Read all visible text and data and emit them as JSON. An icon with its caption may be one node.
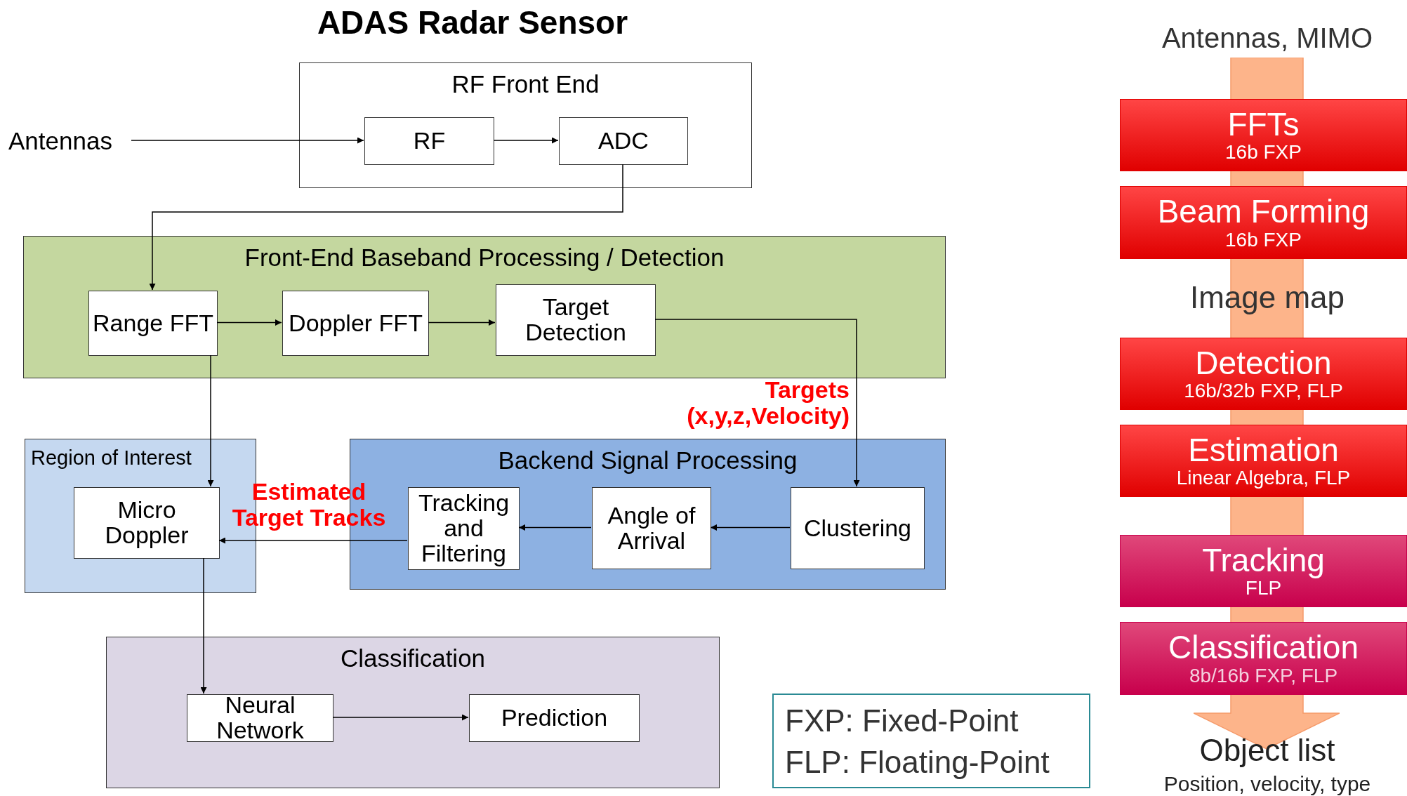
{
  "diagram": {
    "title": "ADAS Radar Sensor",
    "nodes": [
      {
        "text": [
          "RF Front End"
        ]
      },
      {
        "text": [
          "Antennas"
        ]
      },
      {
        "text": [
          "RF"
        ],
        "in": 0
      },
      {
        "text": [
          "ADC"
        ],
        "in": 0
      },
      {
        "text": [
          "Front-End Baseband Processing / Detection"
        ]
      },
      {
        "text": [
          "Range FFT"
        ],
        "in": 4
      },
      {
        "text": [
          "Doppler FFT"
        ],
        "in": 4
      },
      {
        "text": [
          "Target Detection"
        ],
        "in": 4
      },
      {
        "text": [
          "Region of Interest"
        ]
      },
      {
        "text": [
          "Micro Doppler"
        ],
        "in": 8
      },
      {
        "text": [
          "Backend Signal Processing"
        ]
      },
      {
        "text": [
          "Tracking and Filtering"
        ],
        "in": 10
      },
      {
        "text": [
          "Angle of Arrival"
        ],
        "in": 10
      },
      {
        "text": [
          "Clustering"
        ],
        "in": 10
      },
      {
        "text": [
          "Classification"
        ]
      },
      {
        "text": [
          "Neural Network"
        ],
        "in": 14
      },
      {
        "text": [
          "Prediction"
        ],
        "in": 14
      },
      {
        "text": [
          "FXP: Fixed-Point",
          "FLP: Floating-Point"
        ]
      },
      {
        "text": [
          "FFTs",
          "16b FXP"
        ]
      },
      {
        "text": [
          "Beam Forming",
          "16b FXP"
        ]
      },
      {
        "text": [
          "Detection",
          "16b/32b FXP, FLP"
        ]
      },
      {
        "text": [
          "Estimation",
          "Linear Algebra, FLP"
        ]
      },
      {
        "text": [
          "Tracking",
          "FLP"
        ]
      },
      {
        "text": [
          "Classification",
          "8b/16b FXP, FLP"
        ]
      }
    ],
    "edges": [
      {
        "from": 1,
        "to": 2,
        "arrow": "to"
      },
      {
        "from": 2,
        "to": 3,
        "arrow": "to"
      },
      {
        "from": 3,
        "to": 5,
        "arrow": "to"
      },
      {
        "from": 5,
        "to": 6,
        "arrow": "to"
      },
      {
        "from": 6,
        "to": 7,
        "arrow": "to"
      },
      {
        "from": 7,
        "to": 13,
        "arrow": "to",
        "label": "Targets (x,y,z,Velocity)"
      },
      {
        "from": 5,
        "to": 9,
        "arrow": "to"
      },
      {
        "from": 13,
        "to": 12,
        "arrow": "to"
      },
      {
        "from": 12,
        "to": 11,
        "arrow": "to"
      },
      {
        "from": 11,
        "to": 9,
        "arrow": "to",
        "label": "Estimated Target Tracks"
      },
      {
        "from": 9,
        "to": 15,
        "arrow": "to"
      },
      {
        "from": 15,
        "to": 16,
        "arrow": "to"
      }
    ],
    "labels": [
      "Antennas, MIMO",
      "Image map",
      "Object list",
      "Position, velocity, type"
    ]
  }
}
